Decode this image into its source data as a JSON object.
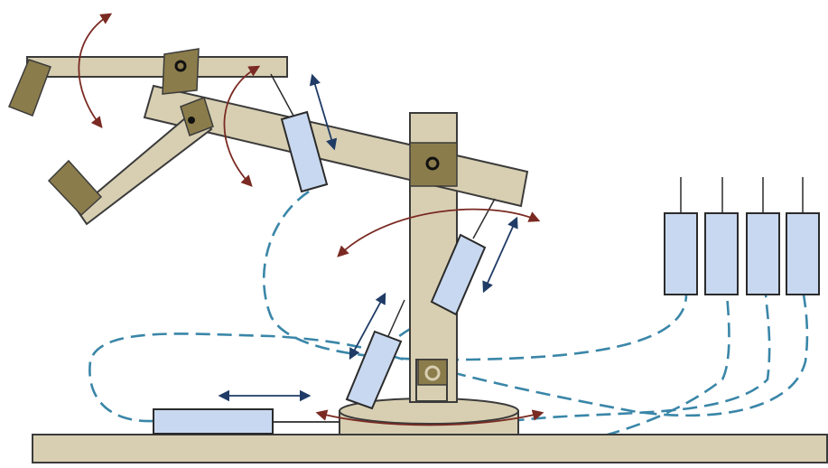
{
  "diagram": {
    "colors": {
      "wood": "#d8cfb2",
      "wood_stroke": "#3b3b3b",
      "joint_block": "#8b7c4b",
      "actuator_fill": "#c8d8f0",
      "actuator_stroke": "#2b2b2b",
      "tube": "#3a86a8",
      "arrow_red": "#7a2a22",
      "arrow_blue": "#1f3b66"
    },
    "components": [
      {
        "name": "base-plate"
      },
      {
        "name": "turntable"
      },
      {
        "name": "vertical-post"
      },
      {
        "name": "upper-arm"
      },
      {
        "name": "forearm-lower"
      },
      {
        "name": "forearm-upper"
      },
      {
        "name": "gripper-jaw-top"
      },
      {
        "name": "gripper-jaw-bottom"
      },
      {
        "name": "slider-actuator"
      },
      {
        "name": "tilt-actuator"
      },
      {
        "name": "shoulder-actuator"
      },
      {
        "name": "elbow-actuator"
      },
      {
        "name": "supply-cylinders",
        "count": 4
      }
    ]
  }
}
